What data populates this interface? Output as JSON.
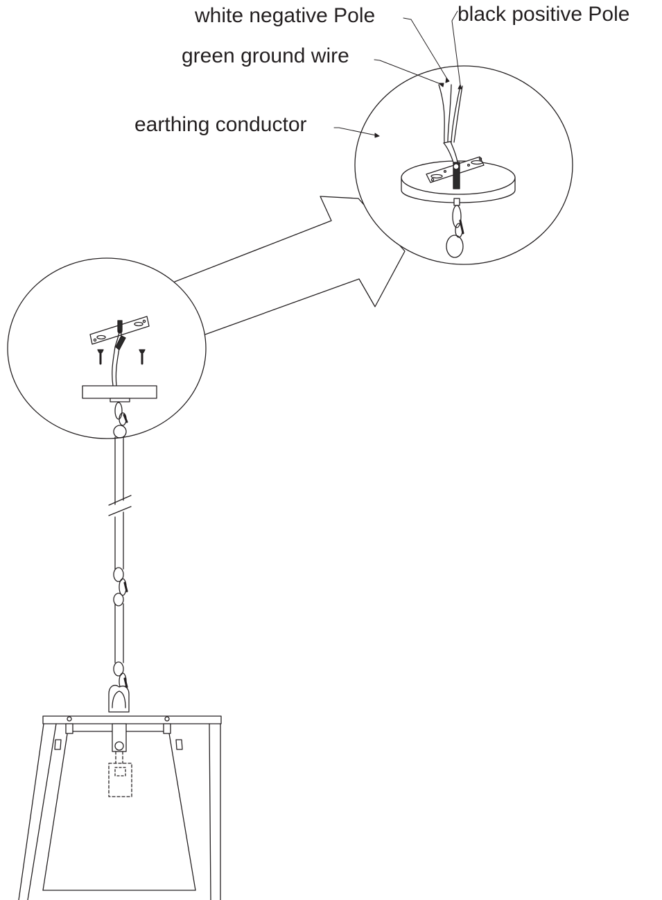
{
  "labels": {
    "white_negative": "white negative Pole",
    "black_positive": "black positive Pole",
    "green_ground": "green ground wire",
    "earthing": "earthing conductor"
  },
  "colors": {
    "line": "#231f20",
    "background": "#ffffff",
    "dark_fill": "#2b2b2b"
  }
}
